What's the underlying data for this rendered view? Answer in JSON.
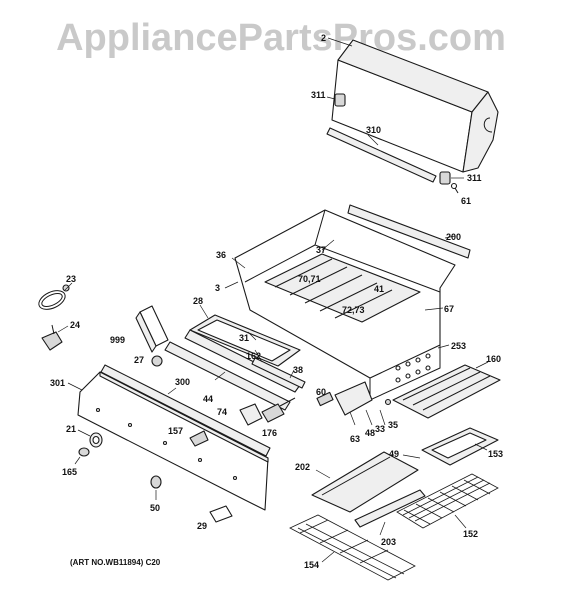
{
  "watermark": "AppliancePartsPros.com",
  "art_number": "(ART NO.WB11894)  C20",
  "callouts": {
    "c2": "2",
    "c311a": "311",
    "c310": "310",
    "c311b": "311",
    "c61": "61",
    "c36": "36",
    "c37": "37",
    "c200": "200",
    "c3": "3",
    "c7071": "70,71",
    "c41": "41",
    "c23": "23",
    "c28": "28",
    "c7273": "72,73",
    "c67": "67",
    "c24": "24",
    "c999": "999",
    "c31": "31",
    "c253": "253",
    "c160": "160",
    "c27": "27",
    "c162": "162",
    "c38": "38",
    "c301": "301",
    "c300": "300",
    "c60": "60",
    "c44": "44",
    "c74": "74",
    "c35": "35",
    "c33": "33",
    "c21": "21",
    "c157": "157",
    "c176": "176",
    "c48": "48",
    "c63": "63",
    "c49": "49",
    "c153": "153",
    "c165": "165",
    "c202": "202",
    "c50": "50",
    "c29": "29",
    "c203": "203",
    "c152": "152",
    "c154": "154"
  }
}
